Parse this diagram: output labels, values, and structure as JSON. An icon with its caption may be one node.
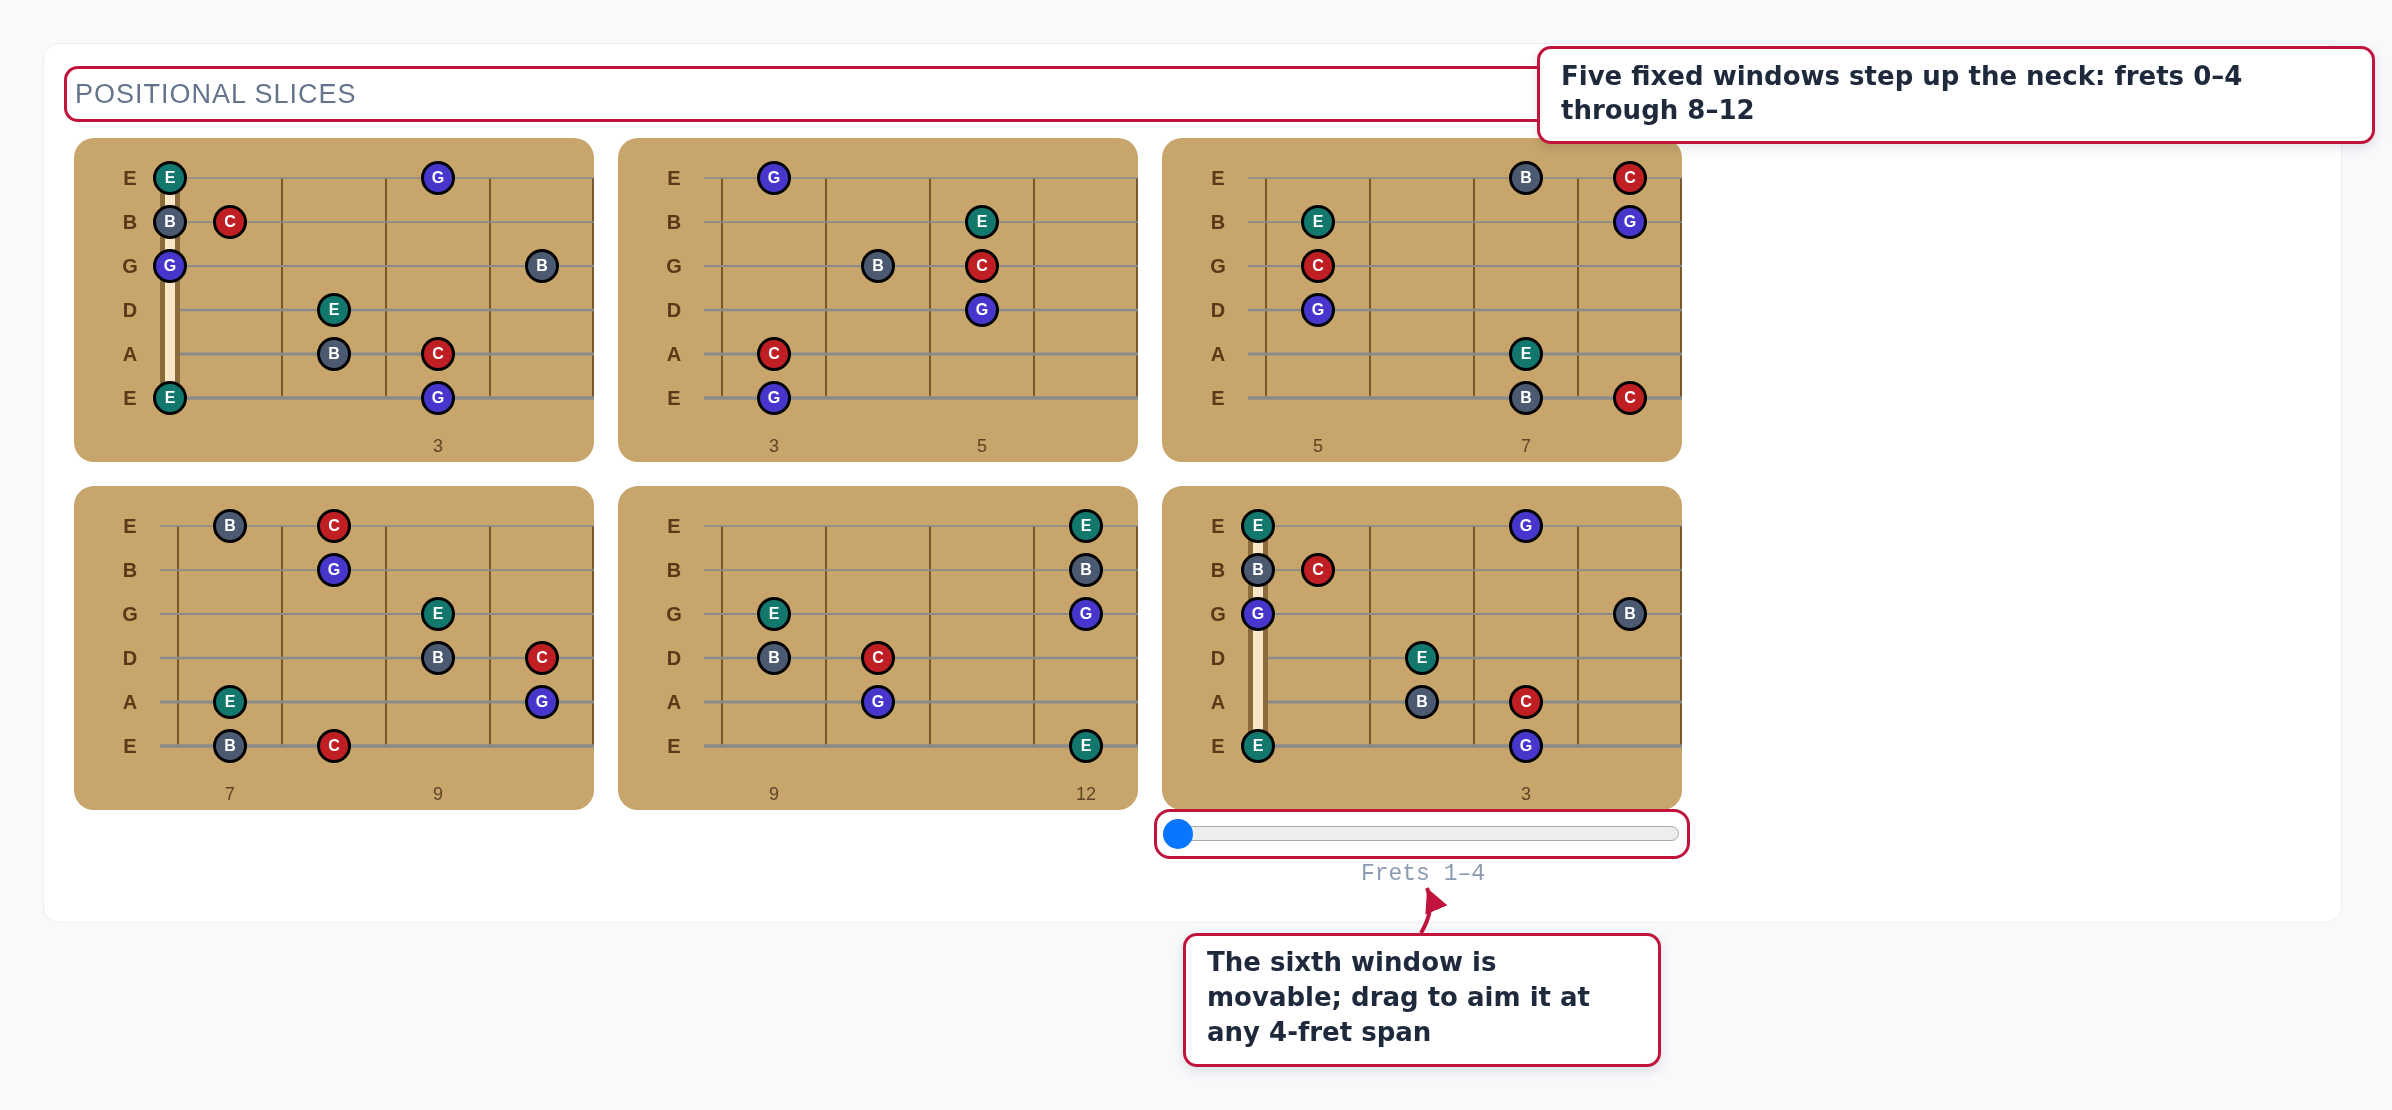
{
  "diagram": {
    "nodes": [
      {
        "text": [
          "POSITIONAL SLICES"
        ]
      },
      {
        "text": [
          "Five fixed windows step up the neck: frets 0–4 through 8–12"
        ]
      },
      {
        "text": [
          "E",
          "B",
          "G",
          "D",
          "A",
          "E",
          "3"
        ]
      },
      {
        "text": [
          "E"
        ],
        "in": 2
      },
      {
        "text": [
          "G"
        ],
        "in": 2
      },
      {
        "text": [
          "B"
        ],
        "in": 2
      },
      {
        "text": [
          "C"
        ],
        "in": 2
      },
      {
        "text": [
          "G"
        ],
        "in": 2
      },
      {
        "text": [
          "B"
        ],
        "in": 2
      },
      {
        "text": [
          "E"
        ],
        "in": 2
      },
      {
        "text": [
          "B"
        ],
        "in": 2
      },
      {
        "text": [
          "C"
        ],
        "in": 2
      },
      {
        "text": [
          "E"
        ],
        "in": 2
      },
      {
        "text": [
          "G"
        ],
        "in": 2
      },
      {
        "text": [
          "E",
          "B",
          "G",
          "D",
          "A",
          "E",
          "3",
          "5"
        ]
      },
      {
        "text": [
          "G"
        ],
        "in": 14
      },
      {
        "text": [
          "E"
        ],
        "in": 14
      },
      {
        "text": [
          "B"
        ],
        "in": 14
      },
      {
        "text": [
          "C"
        ],
        "in": 14
      },
      {
        "text": [
          "G"
        ],
        "in": 14
      },
      {
        "text": [
          "C"
        ],
        "in": 14
      },
      {
        "text": [
          "G"
        ],
        "in": 14
      },
      {
        "text": [
          "E",
          "B",
          "G",
          "D",
          "A",
          "E",
          "5",
          "7"
        ]
      },
      {
        "text": [
          "B"
        ],
        "in": 22
      },
      {
        "text": [
          "C"
        ],
        "in": 22
      },
      {
        "text": [
          "E"
        ],
        "in": 22
      },
      {
        "text": [
          "G"
        ],
        "in": 22
      },
      {
        "text": [
          "C"
        ],
        "in": 22
      },
      {
        "text": [
          "G"
        ],
        "in": 22
      },
      {
        "text": [
          "E"
        ],
        "in": 22
      },
      {
        "text": [
          "B"
        ],
        "in": 22
      },
      {
        "text": [
          "C"
        ],
        "in": 22
      },
      {
        "text": [
          "E",
          "B",
          "G",
          "D",
          "A",
          "E",
          "7",
          "9"
        ]
      },
      {
        "text": [
          "B"
        ],
        "in": 32
      },
      {
        "text": [
          "C"
        ],
        "in": 32
      },
      {
        "text": [
          "G"
        ],
        "in": 32
      },
      {
        "text": [
          "E"
        ],
        "in": 32
      },
      {
        "text": [
          "B"
        ],
        "in": 32
      },
      {
        "text": [
          "C"
        ],
        "in": 32
      },
      {
        "text": [
          "E"
        ],
        "in": 32
      },
      {
        "text": [
          "G"
        ],
        "in": 32
      },
      {
        "text": [
          "B"
        ],
        "in": 32
      },
      {
        "text": [
          "C"
        ],
        "in": 32
      },
      {
        "text": [
          "E",
          "B",
          "G",
          "D",
          "A",
          "E",
          "9",
          "12"
        ]
      },
      {
        "text": [
          "E"
        ],
        "in": 43
      },
      {
        "text": [
          "B"
        ],
        "in": 43
      },
      {
        "text": [
          "E"
        ],
        "in": 43
      },
      {
        "text": [
          "G"
        ],
        "in": 43
      },
      {
        "text": [
          "B"
        ],
        "in": 43
      },
      {
        "text": [
          "C"
        ],
        "in": 43
      },
      {
        "text": [
          "G"
        ],
        "in": 43
      },
      {
        "text": [
          "E"
        ],
        "in": 43
      },
      {
        "text": [
          "E",
          "B",
          "G",
          "D",
          "A",
          "E",
          "3"
        ]
      },
      {
        "text": [
          "E"
        ],
        "in": 52
      },
      {
        "text": [
          "G"
        ],
        "in": 52
      },
      {
        "text": [
          "B"
        ],
        "in": 52
      },
      {
        "text": [
          "C"
        ],
        "in": 52
      },
      {
        "text": [
          "G"
        ],
        "in": 52
      },
      {
        "text": [
          "B"
        ],
        "in": 52
      },
      {
        "text": [
          "E"
        ],
        "in": 52
      },
      {
        "text": [
          "B"
        ],
        "in": 52
      },
      {
        "text": [
          "C"
        ],
        "in": 52
      },
      {
        "text": [
          "E"
        ],
        "in": 52
      },
      {
        "text": [
          "G"
        ],
        "in": 52
      },
      {
        "text": [],
        "shape": "box"
      },
      {
        "text": [
          "Frets 1–4"
        ]
      },
      {
        "text": [
          "The sixth window is movable; drag to aim it at any 4-fret span"
        ]
      }
    ],
    "edges": [
      {
        "from": 66,
        "to": 65,
        "arrow": "to"
      }
    ]
  }
}
